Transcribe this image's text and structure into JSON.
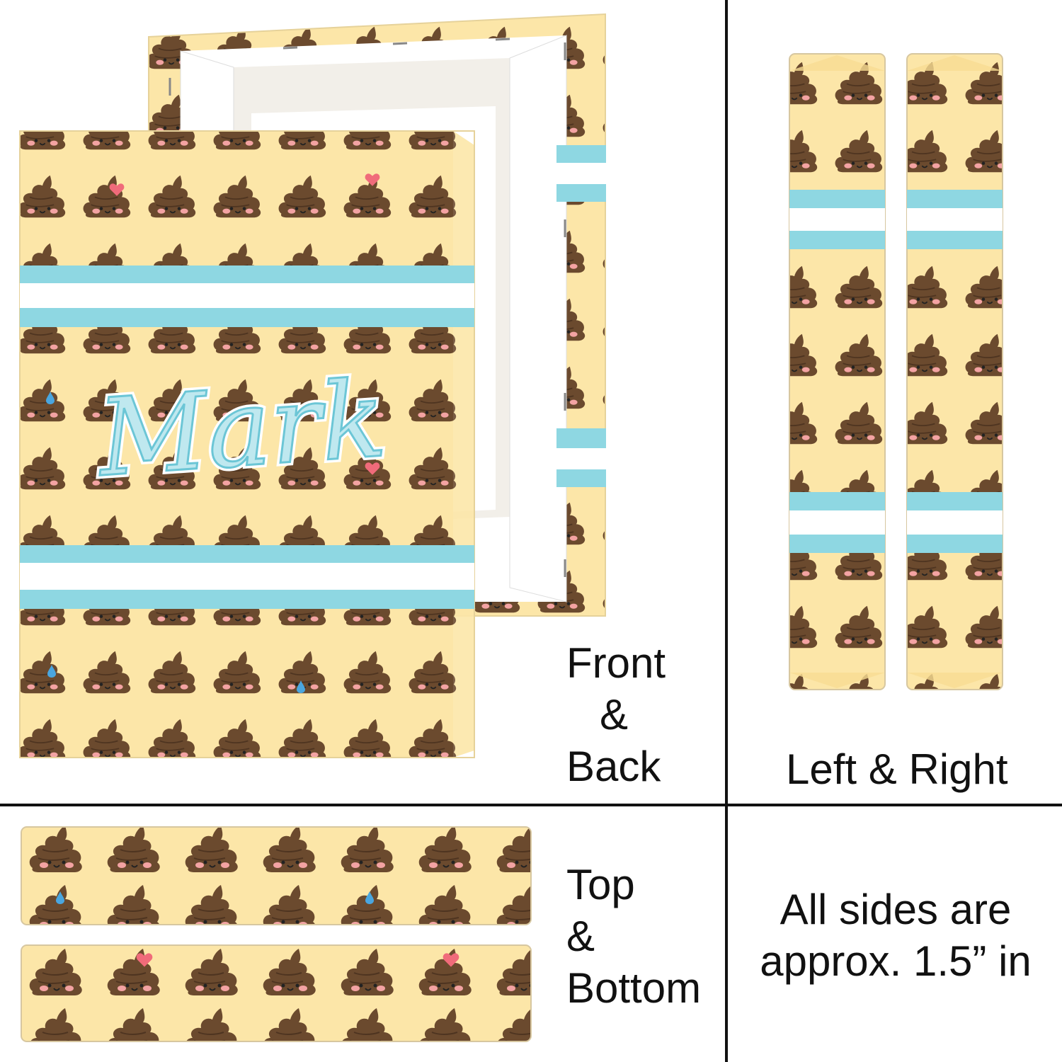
{
  "name": "Mark",
  "labels": {
    "front_back": [
      "Front",
      "&",
      "Back"
    ],
    "left_right": "Left & Right",
    "top_bottom": [
      "Top",
      "&",
      "Bottom"
    ],
    "note": [
      "All sides are",
      "approx. 1.5” in"
    ]
  },
  "colors": {
    "background": "#fce6a8",
    "stripe_blue": "#8ed7e2",
    "stripe_white": "#ffffff",
    "poop": "#6b4a2e",
    "poop_dark": "#4e3420",
    "cheek": "#f3a3a3",
    "heart": "#f06b7a",
    "drop": "#4aa6df",
    "divider": "#111111"
  },
  "icons": [
    "poop-emoji-icon",
    "heart-icon",
    "sweat-drop-icon",
    "tear-icon"
  ]
}
